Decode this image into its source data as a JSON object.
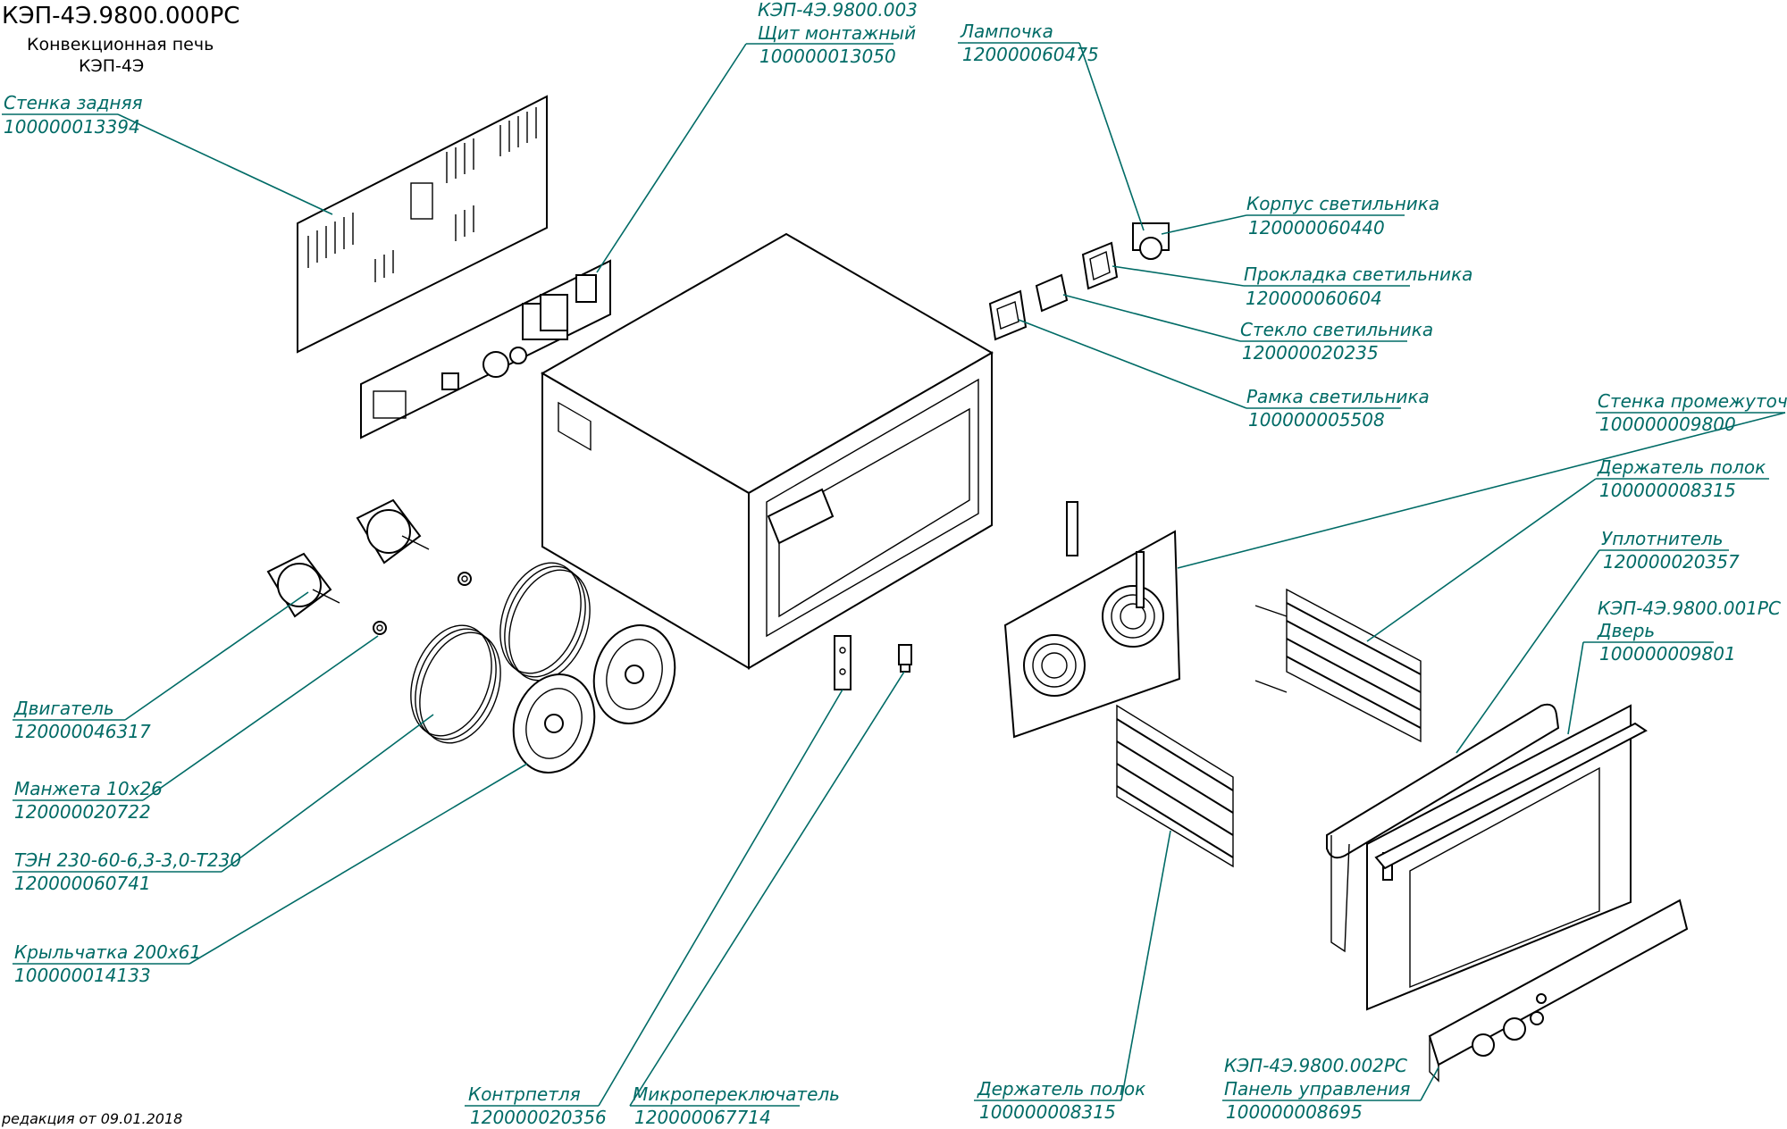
{
  "header": {
    "doc_code": "КЭП-4Э.9800.000РС",
    "title": "Конвекционная печь",
    "model": "КЭП-4Э"
  },
  "callouts": [
    {
      "id": "back_wall",
      "lines": [
        "Стенка задняя",
        "100000013394"
      ]
    },
    {
      "id": "mounting_panel",
      "lines": [
        "КЭП-4Э.9800.003",
        "Щит монтажный",
        "100000013050"
      ]
    },
    {
      "id": "bulb",
      "lines": [
        "Лампочка",
        "120000060475"
      ]
    },
    {
      "id": "lamp_body",
      "lines": [
        "Корпус светильника",
        "120000060440"
      ]
    },
    {
      "id": "lamp_gasket",
      "lines": [
        "Прокладка светильника",
        "120000060604"
      ]
    },
    {
      "id": "lamp_glass",
      "lines": [
        "Стекло светильника",
        "120000020235"
      ]
    },
    {
      "id": "lamp_frame",
      "lines": [
        "Рамка светильника",
        "100000005508"
      ]
    },
    {
      "id": "intermediate_wall",
      "lines": [
        "Стенка промежуточная",
        "100000009800"
      ]
    },
    {
      "id": "shelf_holder_right",
      "lines": [
        "Держатель полок",
        "100000008315"
      ]
    },
    {
      "id": "seal",
      "lines": [
        "Уплотнитель",
        "120000020357"
      ]
    },
    {
      "id": "door",
      "lines": [
        "КЭП-4Э.9800.001РС",
        "Дверь",
        "100000009801"
      ]
    },
    {
      "id": "motor",
      "lines": [
        "Двигатель",
        "120000046317"
      ]
    },
    {
      "id": "cuff",
      "lines": [
        "Манжета 10х26",
        "120000020722"
      ]
    },
    {
      "id": "heater",
      "lines": [
        "ТЭН 230-60-6,3-3,0-Т230",
        "120000060741"
      ]
    },
    {
      "id": "impeller",
      "lines": [
        "Крыльчатка 200х61",
        "100000014133"
      ]
    },
    {
      "id": "counter_loop",
      "lines": [
        "Контрпетля",
        "120000020356"
      ]
    },
    {
      "id": "microswitch",
      "lines": [
        "Микропереключатель",
        "120000067714"
      ]
    },
    {
      "id": "shelf_holder_bottom",
      "lines": [
        "Держатель полок",
        "100000008315"
      ]
    },
    {
      "id": "control_panel",
      "lines": [
        "КЭП-4Э.9800.002РС",
        "Панель управления",
        "100000008695"
      ]
    }
  ],
  "footer": {
    "revision": "редакция от 09.01.2018"
  },
  "colors": {
    "callout": "#006b66",
    "line_art": "#000000",
    "background": "#ffffff"
  }
}
